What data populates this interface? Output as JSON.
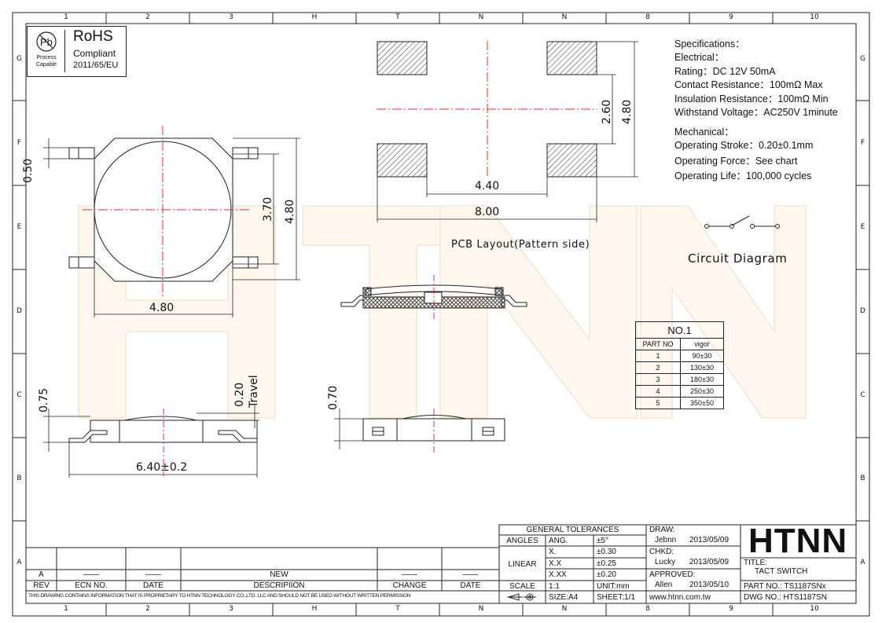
{
  "zones": {
    "columns": [
      "1",
      "2",
      "3",
      "H",
      "T",
      "N",
      "N",
      "8",
      "9",
      "10"
    ],
    "rows": [
      "G",
      "F",
      "E",
      "D",
      "C",
      "B",
      "A"
    ]
  },
  "rohs": {
    "badge_line1": "Process",
    "badge_line2": "Capable",
    "title": "RoHS",
    "subtitle": "Compliant",
    "directive": "2011/65/EU"
  },
  "watermark": "HTNN",
  "dimensions": {
    "top_pin_width": "0.50",
    "body_inner_height": "3.70",
    "body_outer_height": "4.80",
    "body_width": "4.80",
    "pcb_pad_gap": "2.60",
    "pcb_height": "4.80",
    "pcb_inner_width": "4.40",
    "pcb_outer_width": "8.00",
    "side_height": "0.75",
    "travel_value": "0.20",
    "travel_label": "Travel",
    "side_width": "6.40±0.2",
    "front_height": "0.70"
  },
  "labels": {
    "pcb_layout": "PCB Layout(Pattern side)",
    "circuit": "Circuit Diagram"
  },
  "specs": {
    "heading": "Specifications：",
    "electrical": "Electrical：",
    "rating": "Rating：DC 12V 50mA",
    "contact": "Contact Resistance：100mΩ Max",
    "insulation": "Insulation Resistance：100mΩ Min",
    "withstand": "Withstand Voltage：AC250V 1minute",
    "mechanical": "Mechanical：",
    "stroke": "Operating Stroke：0.20±0.1mm",
    "force": "Operating Force：See chart",
    "life": "Operating Life：100,000 cycles"
  },
  "vigor_table": {
    "title": "NO.1",
    "col1": "PART  NO",
    "col2": "vigor",
    "rows": [
      {
        "no": "1",
        "vigor": "90±30"
      },
      {
        "no": "2",
        "vigor": "130±30"
      },
      {
        "no": "3",
        "vigor": "180±30"
      },
      {
        "no": "4",
        "vigor": "250±30"
      },
      {
        "no": "5",
        "vigor": "350±50"
      }
    ]
  },
  "revision": {
    "row_a": {
      "rev": "A",
      "ecn": "——",
      "date": "——",
      "desc": "NEW",
      "change": "——",
      "cdate": "——"
    },
    "headers": {
      "rev": "REV",
      "ecn": "ECN NO.",
      "date": "DATE",
      "desc": "DESCRIPIION",
      "change": "CHANGE",
      "cdate": "DATE"
    },
    "notice": "THIS DRAWING CONTAINS INFORMATION THAT IS PROPRIETARY TO HTNN TECHNOLOGY CO.,LTD, LLC AND SHOULD  NOT BE USED WITHOUT WRITTEN PERMISSION"
  },
  "tolerances": {
    "title": "GENERAL TOLERANCES",
    "angles": "ANGLES",
    "ang": "ANG.",
    "ang_val": "±5°",
    "linear": "LINEAR",
    "x": "X.",
    "x_val": "±0.30",
    "xx": "X.X",
    "xx_val": "±0.25",
    "xxx": "X.XX",
    "xxx_val": "±0.20",
    "scale": "SCALE",
    "scale_val": "1:1",
    "unit": "UNIT:mm",
    "size": "SIZE:A4",
    "sheet": "SHEET:1/1"
  },
  "signoff": {
    "draw": "DRAW:",
    "draw_name": "Jebnn",
    "draw_date": "2013/05/09",
    "chkd": "CHKD:",
    "chkd_name": "Lucky",
    "chkd_date": "2013/05/09",
    "approved": "APPROVED:",
    "approved_name": "Allen",
    "approved_date": "2013/05/10",
    "website": "www.htnn.com.tw"
  },
  "titleblock": {
    "logo": "HTNN",
    "title_label": "TITLE:",
    "title": "TACT SWITCH",
    "part_no": "PART NO.: TS1187SNx",
    "dwg_no": "DWG  NO.: HTS1187SN"
  }
}
